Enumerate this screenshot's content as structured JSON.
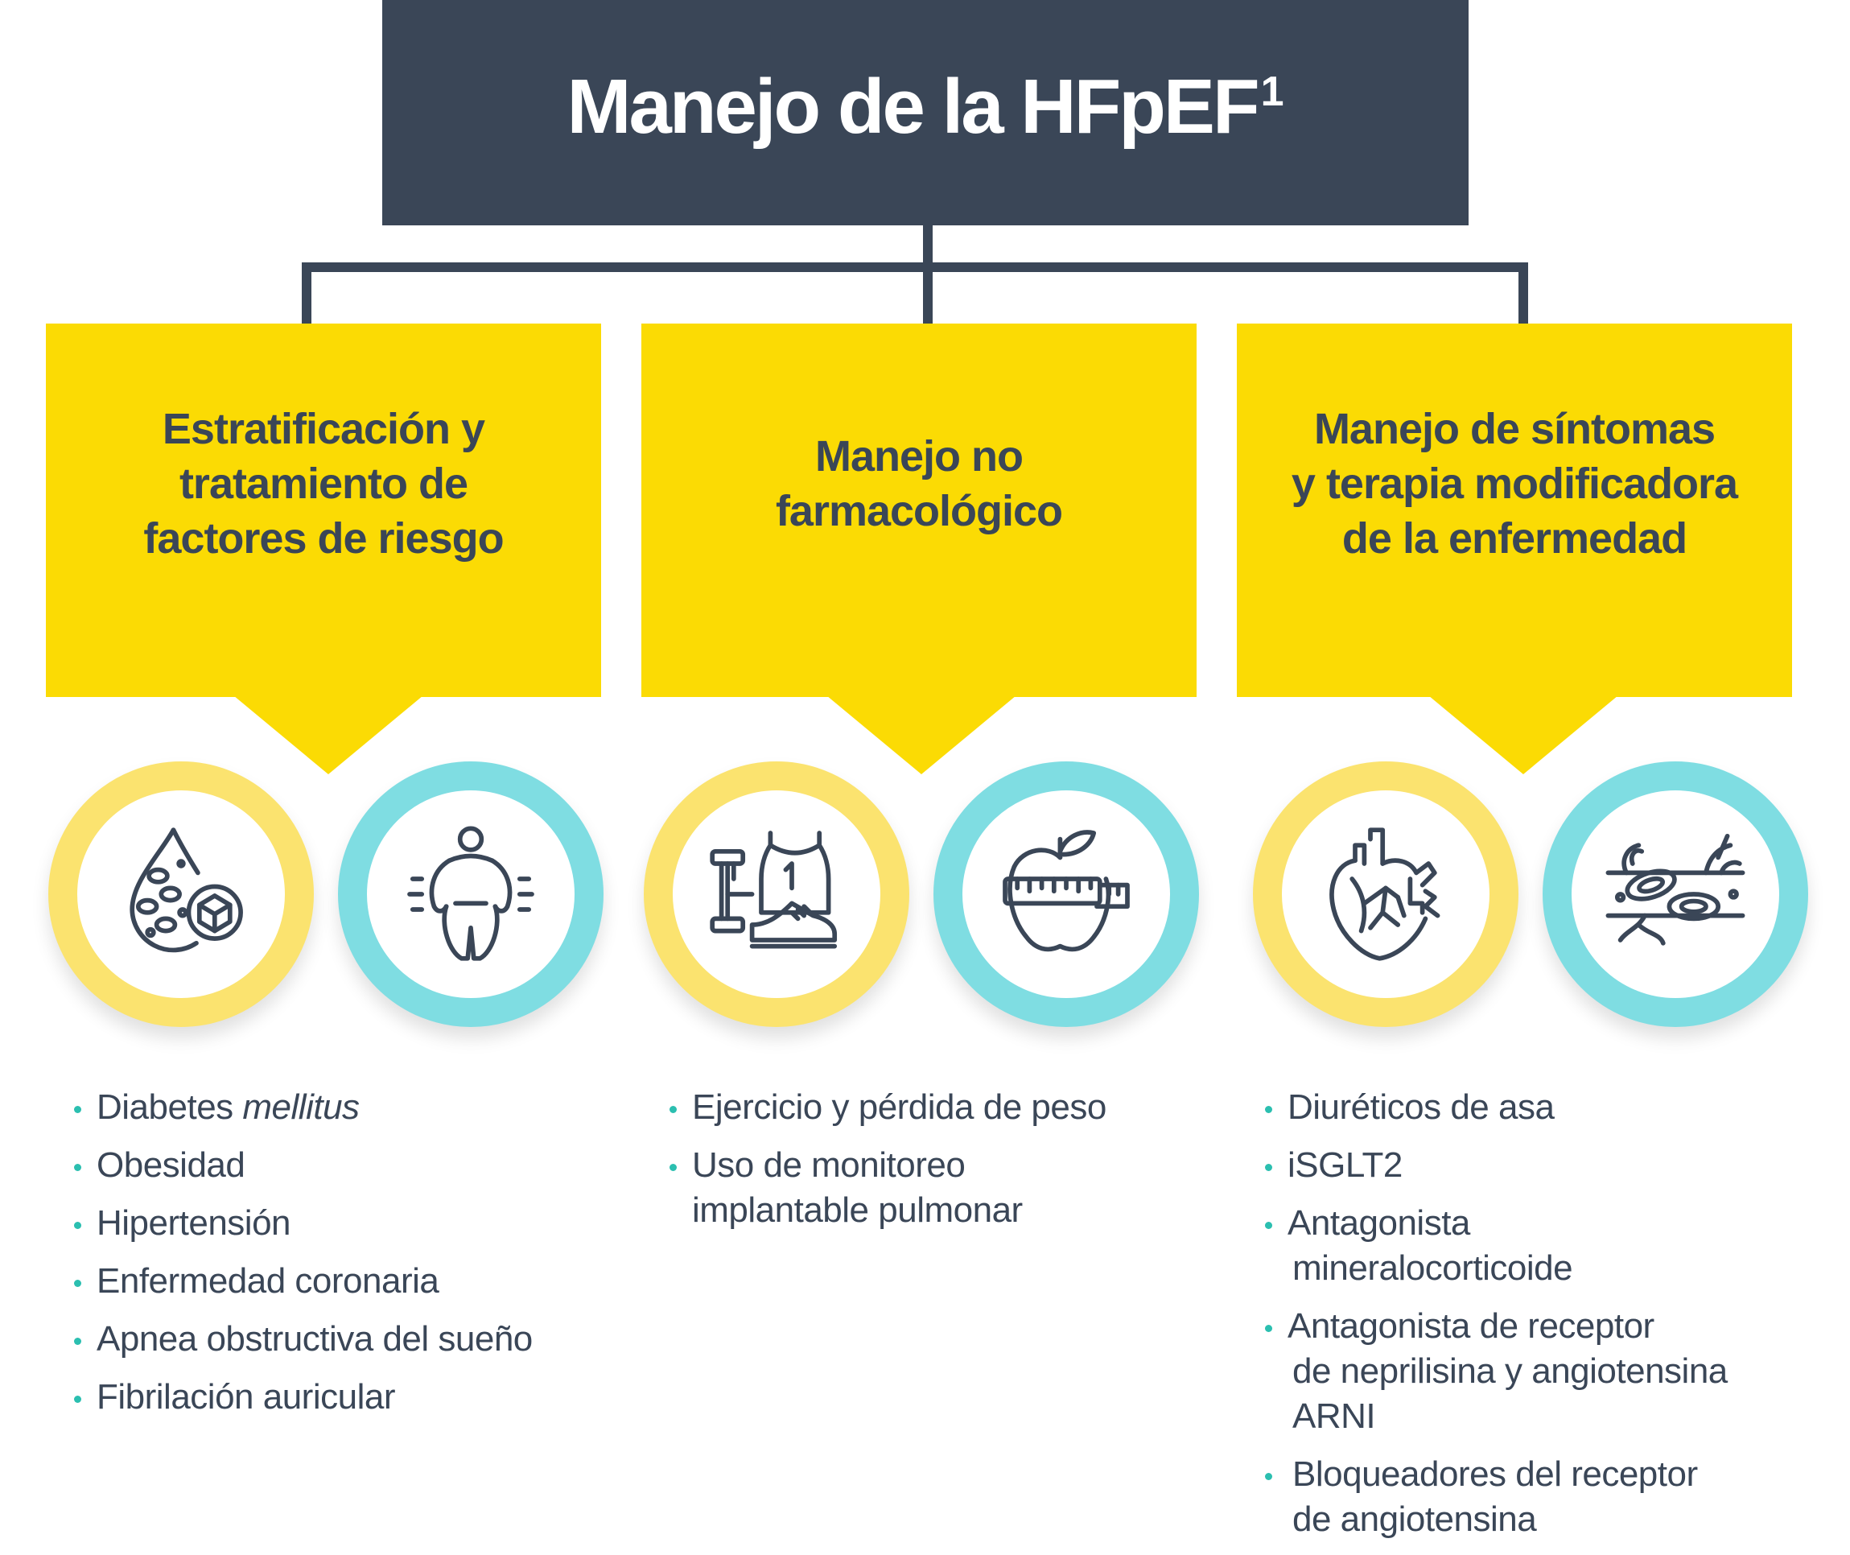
{
  "header": {
    "title": "Manejo de la HFpEF",
    "superscript": "1"
  },
  "columns": [
    {
      "title_lines": [
        "Estratificación y",
        "tratamiento de",
        "factores de riesgo"
      ],
      "icons": [
        "blood-glucose-icon",
        "obesity-icon"
      ],
      "items": [
        {
          "text": "Diabetes ",
          "italic": "mellitus"
        },
        {
          "text": "Obesidad"
        },
        {
          "text": "Hipertensión"
        },
        {
          "text": "Enfermedad coronaria"
        },
        {
          "text": "Apnea obstructiva del sueño"
        },
        {
          "text": "Fibrilación auricular"
        }
      ]
    },
    {
      "title_lines": [
        "Manejo no",
        "farmacológico"
      ],
      "icons": [
        "exercise-icon",
        "apple-measuring-tape-icon"
      ],
      "items": [
        {
          "text": "Ejercicio y pérdida de peso"
        },
        {
          "line1": "Uso de monitoreo",
          "line2": "implantable pulmonar"
        }
      ]
    },
    {
      "title_lines": [
        "Manejo de síntomas",
        "y terapia modificadora",
        "de la enfermedad"
      ],
      "icons": [
        "heart-icon",
        "blood-vessel-cells-icon"
      ],
      "items": [
        {
          "text": "Diuréticos de asa"
        },
        {
          "text": "iSGLT2"
        },
        {
          "line1": "Antagonista",
          "line2": "mineralocorticoide"
        },
        {
          "line1": "Antagonista de receptor",
          "line2": "de neprilisina y angiotensina",
          "line3": "ARNI"
        },
        {
          "line1": "Bloqueadores del receptor",
          "line2": "de angiotensina"
        }
      ]
    }
  ],
  "colors": {
    "dark": "#3a4657",
    "yellow": "#fbdb04",
    "ring_yellow": "#fbe36f",
    "ring_cyan": "#7fdde2",
    "bullet": "#2bbfb0"
  }
}
